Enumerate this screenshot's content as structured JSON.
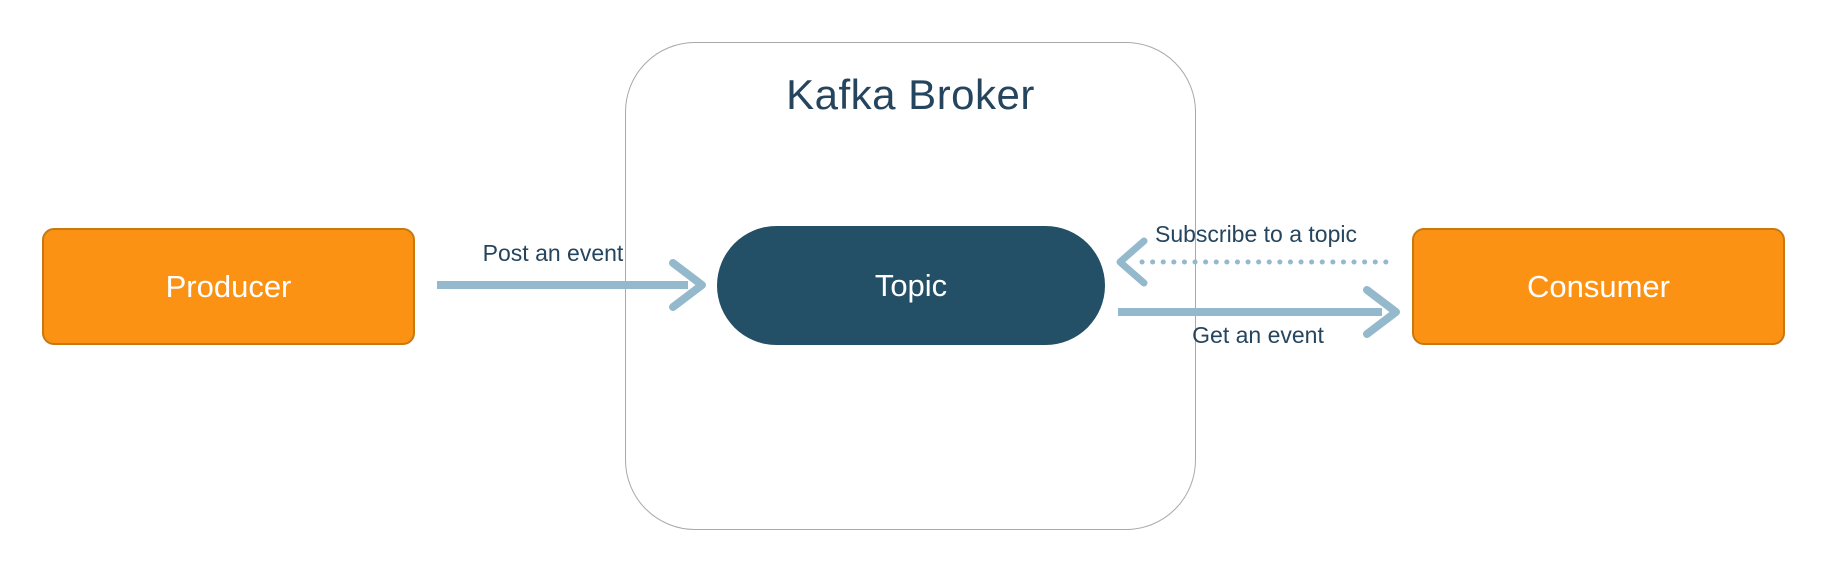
{
  "diagram": {
    "title": "Kafka Broker",
    "nodes": {
      "producer": {
        "label": "Producer"
      },
      "topic": {
        "label": "Topic"
      },
      "consumer": {
        "label": "Consumer"
      }
    },
    "arrows": {
      "post": {
        "label": "Post an event",
        "style": "solid",
        "direction": "right",
        "from": "Producer",
        "to": "Topic"
      },
      "subscribe": {
        "label": "Subscribe to a topic",
        "style": "dotted",
        "direction": "left",
        "from": "Consumer",
        "to": "Topic"
      },
      "get": {
        "label": "Get an event",
        "style": "solid",
        "direction": "right",
        "from": "Topic",
        "to": "Consumer"
      }
    }
  },
  "colors": {
    "node-fill": "#FB9214",
    "node-border": "#C9780D",
    "node-text": "#FFFFFF",
    "pill-fill": "#235066",
    "pill-text": "#FFFFFF",
    "label-text": "#25455E",
    "arrow": "#94B8CC",
    "container-border": "#A9A9A9",
    "background": "#FFFFFF"
  }
}
